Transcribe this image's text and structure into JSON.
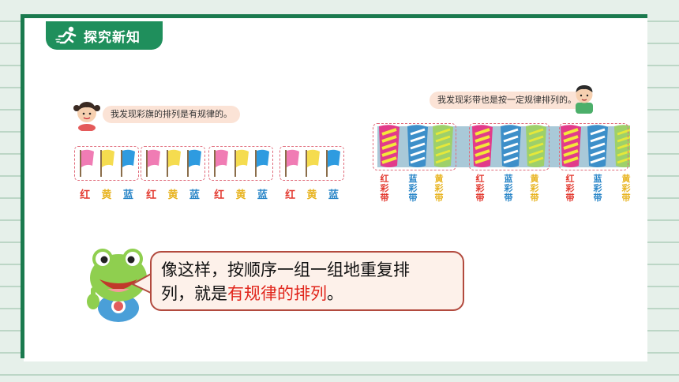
{
  "section": {
    "title": "探究新知",
    "icon": "running-person-icon"
  },
  "girl": {
    "speech": "我发现彩旗的排列是有规律的。"
  },
  "boy": {
    "speech": "我发现彩带也是按一定规律排列的。"
  },
  "flags": {
    "groups": [
      {
        "colors": [
          "#f07cb4",
          "#f5dc4f",
          "#2e9be0"
        ],
        "labels": [
          "红",
          "黄",
          "蓝"
        ]
      },
      {
        "colors": [
          "#f07cb4",
          "#f5dc4f",
          "#2e9be0"
        ],
        "labels": [
          "红",
          "黄",
          "蓝"
        ]
      },
      {
        "colors": [
          "#f07cb4",
          "#f5dc4f",
          "#2e9be0"
        ],
        "labels": [
          "红",
          "黄",
          "蓝"
        ]
      },
      {
        "colors": [
          "#f07cb4",
          "#f5dc4f",
          "#2e9be0"
        ],
        "labels": [
          "红",
          "黄",
          "蓝"
        ]
      }
    ]
  },
  "ribbons": {
    "labels": [
      "红彩带",
      "蓝彩带",
      "黄彩带",
      "红彩带",
      "蓝彩带",
      "黄彩带",
      "红彩带",
      "蓝彩带",
      "黄彩带"
    ],
    "colors": {
      "red": "#e23b8a",
      "blue": "#3d8fc9",
      "yellow": "#e5e83a",
      "band": "#a9c9d8"
    }
  },
  "frog_speech": {
    "line1": "像这样，按顺序一组一组地重复排",
    "line2_prefix": "列，就是",
    "highlight": "有规律的排列",
    "suffix": "。"
  },
  "colors": {
    "accent_green": "#1f8f5c",
    "highlight_red": "#e1251b",
    "bubble_border": "#b24a3e"
  }
}
